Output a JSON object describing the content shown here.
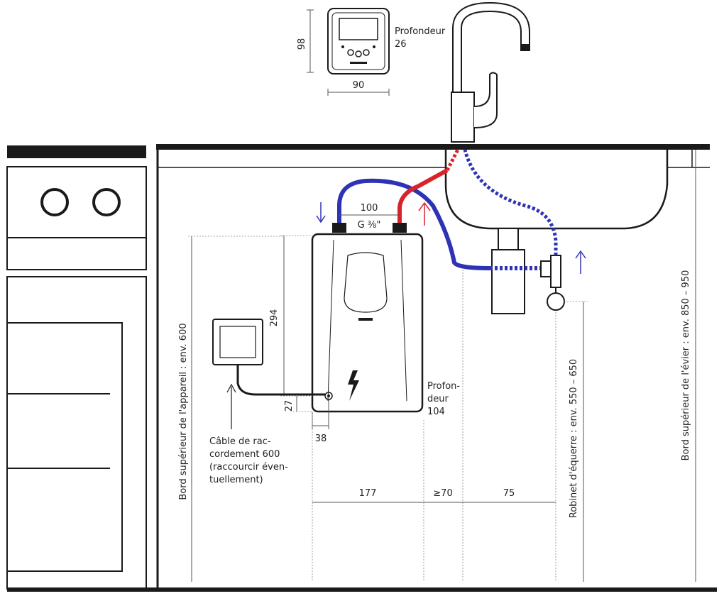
{
  "colors": {
    "cold_pipe": "#2e33b5",
    "hot_pipe": "#d8232a",
    "outline": "#1a1a1a",
    "dimension": "#555555"
  },
  "control_panel": {
    "height_label": "98",
    "width_label": "90",
    "depth_label_line1": "Profondeur",
    "depth_label_line2": "26"
  },
  "heater": {
    "pipe_spacing": "100",
    "thread": "G ⅜\"",
    "height": "294",
    "bottom_offset": "27",
    "side_offset": "38",
    "depth_line1": "Profon-",
    "depth_line2": "deur",
    "depth_line3": "104",
    "bolt_icon": "lightning-bolt-icon"
  },
  "cable": {
    "line1": "Câble de rac-",
    "line2": "cordement 600",
    "line3": "(raccourcir éven-",
    "line4": "tuellement)"
  },
  "bottom_dims": {
    "d1": "177",
    "d2": "≥70",
    "d3": "75"
  },
  "vertical_labels": {
    "appliance_top": "Bord supérieur de l'appareil : env. 600",
    "angle_valve": "Robinet d'équerre : env. 550 – 650",
    "sink_top": "Bord supérieur de l'évier : env. 850 – 950"
  }
}
